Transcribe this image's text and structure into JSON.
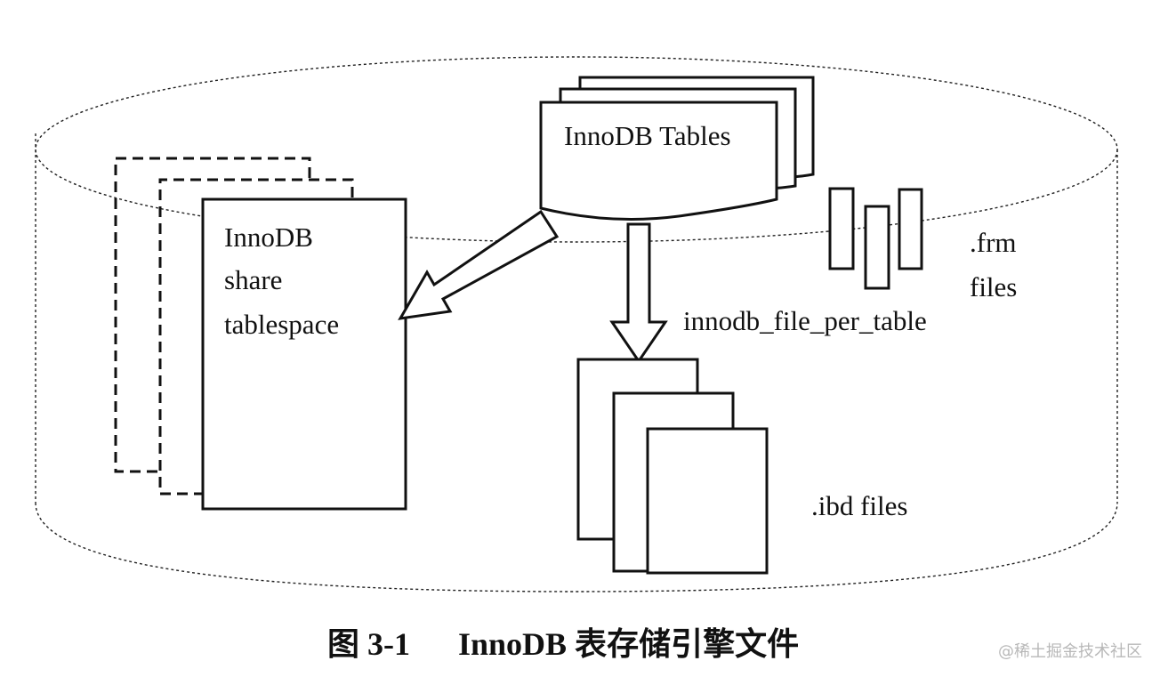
{
  "diagram": {
    "shared_tablespace": {
      "line1": "InnoDB",
      "line2": "share",
      "line3": "tablespace"
    },
    "innodb_tables_label": "InnoDB Tables",
    "frm_files": {
      "line1": ".frm",
      "line2": "files"
    },
    "file_per_table_label": "innodb_file_per_table",
    "ibd_files_label": ".ibd files"
  },
  "caption": {
    "figure_number": "图 3-1",
    "title": "InnoDB 表存储引擎文件"
  },
  "watermark": "@稀土掘金技术社区"
}
